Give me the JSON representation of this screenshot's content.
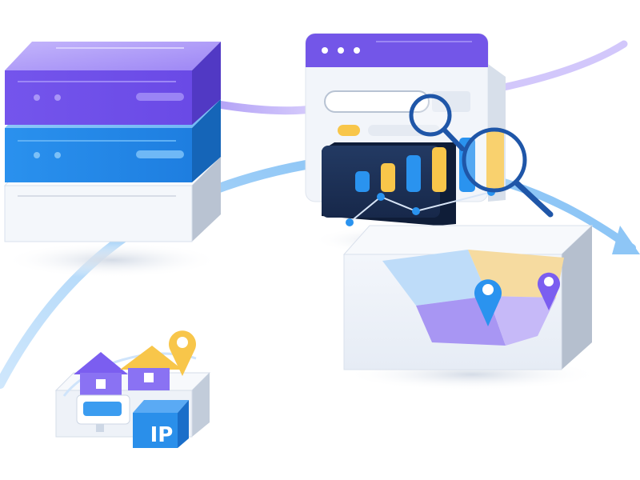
{
  "ip_badge": {
    "label": "IP"
  },
  "server_stack": {
    "units": [
      "purple",
      "blue",
      "white"
    ]
  },
  "colors": {
    "purple": "#7b5ef0",
    "purple_light": "#b7a6f7",
    "blue": "#2a8fea",
    "blue_light": "#8cc7f6",
    "yellow": "#f8c64a",
    "navy": "#1e3a6d",
    "panel": "#eef2f8"
  },
  "analytics_window": {
    "bars": 6,
    "icon": "magnifier-icon"
  },
  "map_box": {
    "pins": [
      "location-pin-icon-blue",
      "location-pin-icon-purple"
    ]
  }
}
